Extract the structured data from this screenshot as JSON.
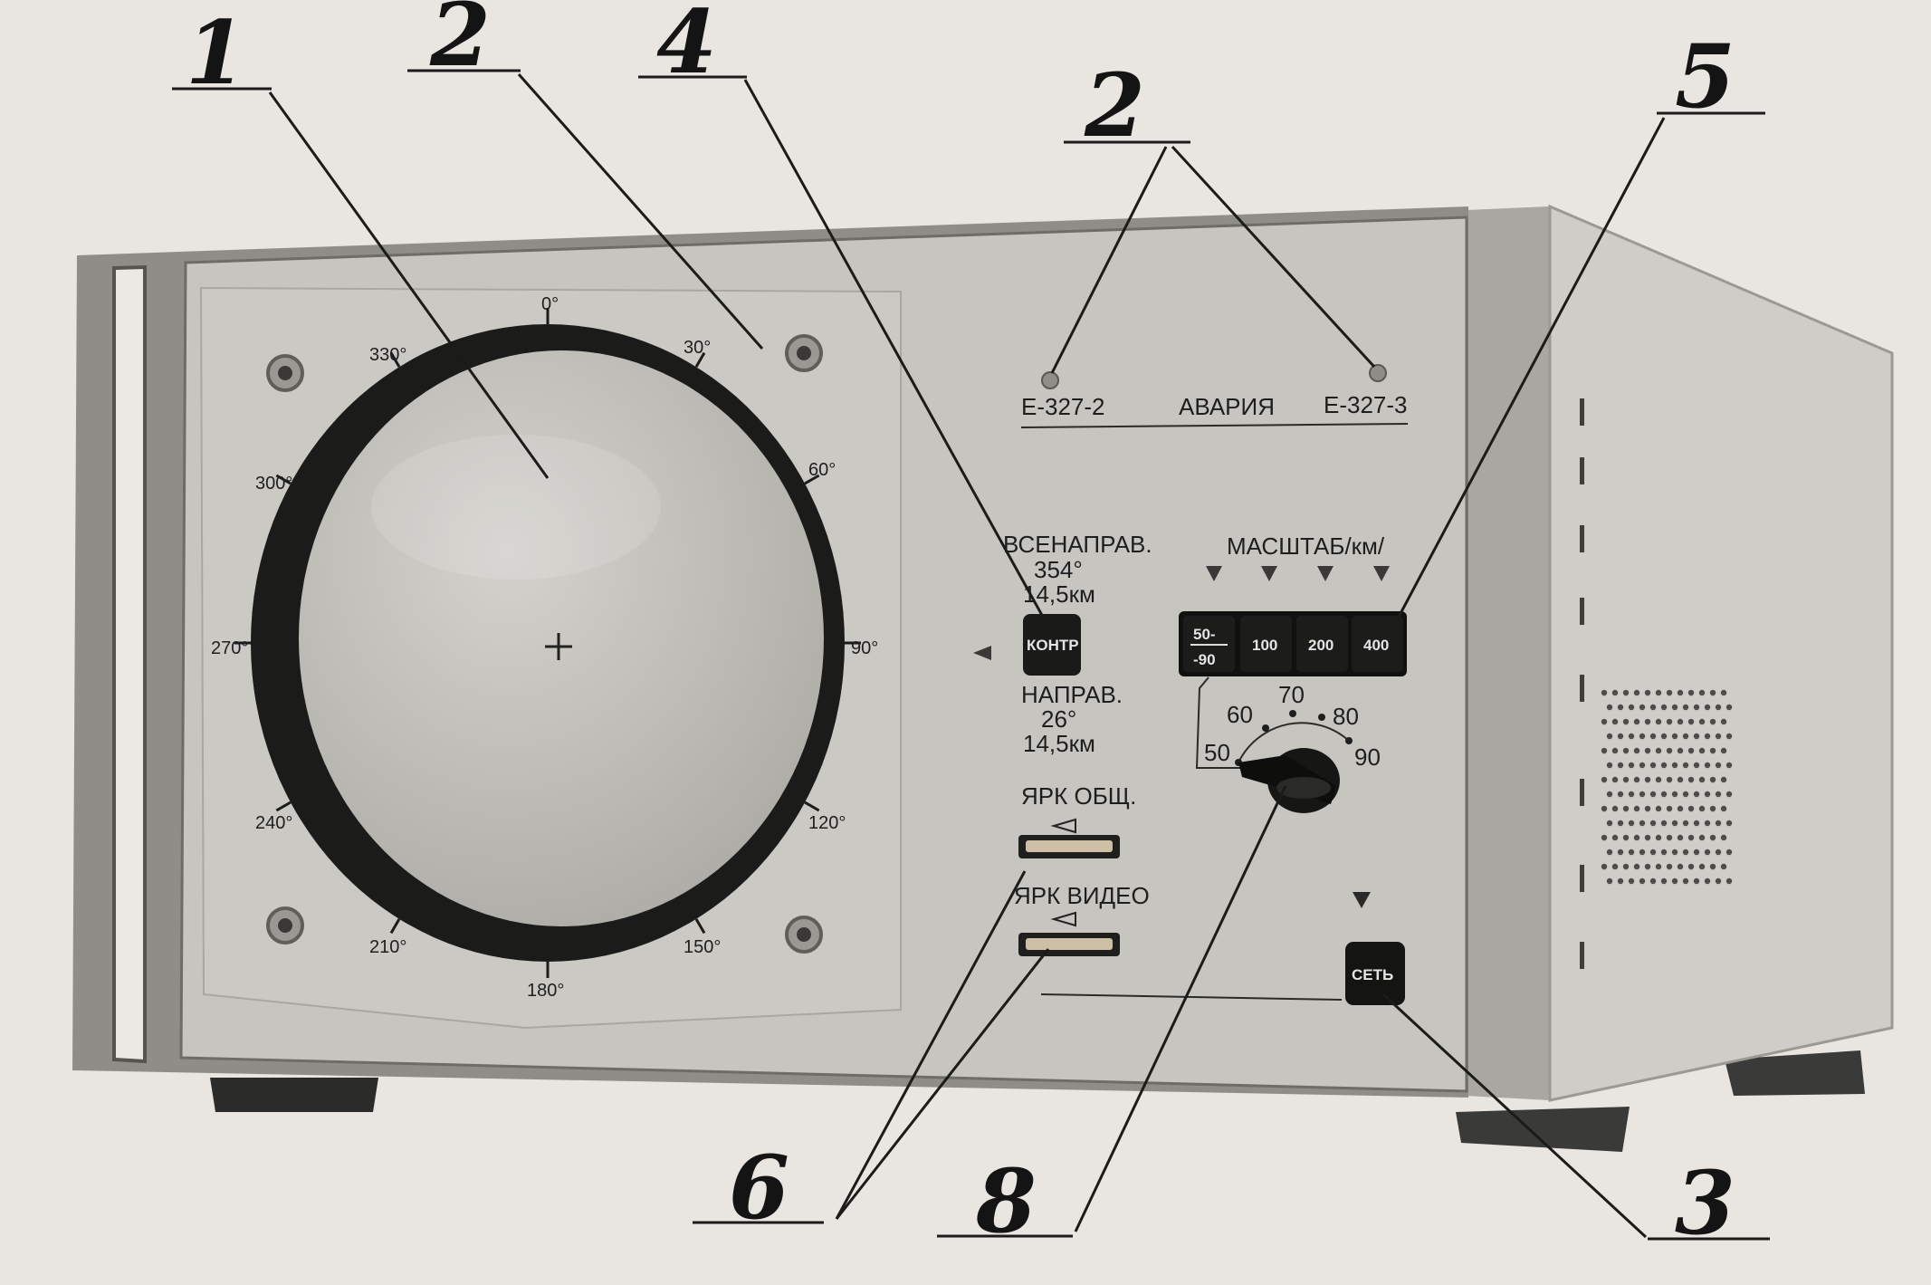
{
  "callouts": {
    "c1": "1",
    "c2a": "2",
    "c4": "4",
    "c2b": "2",
    "c5": "5",
    "c6": "6",
    "c8": "8",
    "c3": "3"
  },
  "dial": {
    "bearings": [
      "0°",
      "30°",
      "60°",
      "90°",
      "120°",
      "150°",
      "180°",
      "210°",
      "240°",
      "270°",
      "300°",
      "330°"
    ]
  },
  "alarm": {
    "left_label": "Е-327-2",
    "title": "АВАРИЯ",
    "right_label": "Е-327-3"
  },
  "mode": {
    "all_dir_title": "ВСЕНАПРАВ.",
    "all_dir_angle": "354°",
    "all_dir_range": "14,5км",
    "check_button": "КОНТР",
    "dir_title": "НАПРАВ.",
    "dir_angle": "26°",
    "dir_range": "14,5км"
  },
  "brightness": {
    "overall_label": "ЯРК ОБЩ.",
    "video_label": "ЯРК ВИДЕО"
  },
  "scale": {
    "title": "МАСШТАБ/км/",
    "btn1_top": "50-",
    "btn1_bottom": "-90",
    "btn2": "100",
    "btn3": "200",
    "btn4": "400",
    "knob_marks": [
      "50",
      "60",
      "70",
      "80",
      "90"
    ]
  },
  "power": {
    "button": "СЕТЬ"
  }
}
